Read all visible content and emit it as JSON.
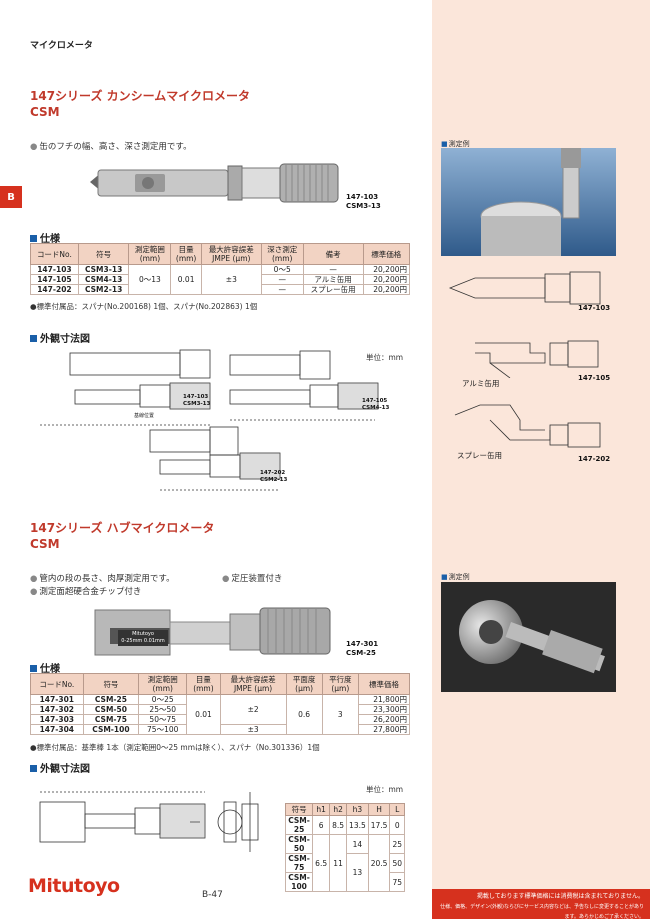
{
  "header": {
    "label": "マイクロメータ"
  },
  "side_tab": "B",
  "s1": {
    "title_line1": "147シリーズ カンシームマイクロメータ",
    "title_line2": "CSM",
    "bullet": "缶のフチの幅、高さ、深さ測定用です。",
    "product_label_1": "147-103",
    "product_label_2": "CSM3-13",
    "spec_head": "仕様",
    "table": {
      "headers": [
        "コードNo.",
        "符号",
        "測定範囲\n(mm)",
        "目量\n(mm)",
        "最大許容誤差\nJMPE (μm)",
        "深さ測定\n(mm)",
        "備考",
        "標準価格"
      ],
      "rows": [
        [
          "147-103",
          "CSM3-13",
          "0〜5",
          "—",
          "20,200円"
        ],
        [
          "147-105",
          "CSM4-13",
          "—",
          "アルミ缶用",
          "20,200円"
        ],
        [
          "147-202",
          "CSM2-13",
          "—",
          "スプレー缶用",
          "20,200円"
        ]
      ],
      "range": "0〜13",
      "grad": "0.01",
      "mpe": "±3"
    },
    "note": "●標準付属品：スパナ(No.200168) 1個、スパナ(No.202863) 1個",
    "dim_head": "外観寸法図",
    "unit": "単位：mm",
    "dim_labels": [
      "147-103\nCSM3-13",
      "147-105\nCSM4-13",
      "147-202\nCSM2-13"
    ],
    "ref_plane": "基線位置"
  },
  "right": {
    "example_label": "測定例",
    "r1": "147-103",
    "r2_caption": "アルミ缶用",
    "r2": "147-105",
    "r3_caption": "スプレー缶用",
    "r3": "147-202",
    "example_label_2": "測定例"
  },
  "s2": {
    "title_line1": "147シリーズ ハブマイクロメータ",
    "title_line2": "CSM",
    "bullet1": "管内の段の長さ、肉厚測定用です。",
    "bullet2": "定圧装置付き",
    "bullet3": "測定面超硬合金チップ付き",
    "product_label_1": "147-301",
    "product_label_2": "CSM-25",
    "brand_on_frame": "Mitutoyo",
    "frame_range": "0-25mm   0.01mm",
    "spec_head": "仕様",
    "table": {
      "headers": [
        "コードNo.",
        "符号",
        "測定範囲\n(mm)",
        "目量\n(mm)",
        "最大許容誤差\nJMPE (μm)",
        "平面度\n(μm)",
        "平行度\n(μm)",
        "標準価格"
      ],
      "rows": [
        [
          "147-301",
          "CSM-25",
          "0〜25",
          "21,800円"
        ],
        [
          "147-302",
          "CSM-50",
          "25〜50",
          "23,300円"
        ],
        [
          "147-303",
          "CSM-75",
          "50〜75",
          "26,200円"
        ],
        [
          "147-304",
          "CSM-100",
          "75〜100",
          "27,800円"
        ]
      ],
      "grad": "0.01",
      "mpe1": "±2",
      "mpe2": "±3",
      "flat": "0.6",
      "par": "3"
    },
    "note": "●標準付属品：基準棒 1本（測定範囲0〜25 mmは除く）、スパナ（No.301336）1個",
    "dim_head": "外観寸法図",
    "unit": "単位：mm",
    "dim_table": {
      "headers": [
        "符号",
        "h1",
        "h2",
        "h3",
        "H",
        "L"
      ],
      "rows": [
        [
          "CSM-25",
          "6",
          "8.5",
          "13.5",
          "17.5",
          "0"
        ],
        [
          "CSM-50",
          "",
          "",
          "14",
          "",
          "25"
        ],
        [
          "CSM-75",
          "6.5",
          "11",
          "",
          "20.5",
          "50"
        ],
        [
          "CSM-100",
          "",
          "",
          "13",
          "",
          "75"
        ]
      ]
    }
  },
  "footer": {
    "logo": "Mitutoyo",
    "page": "B-47",
    "note1": "掲載しております標準価格には消費税は含まれておりません。",
    "note2": "仕様、価格、デザイン(外観)ならびにサービス内容などは、予告なしに変更することがあります。あらかじめご了承ください。"
  },
  "colors": {
    "accent": "#c0392b",
    "tab": "#d6311e",
    "blue": "#1a5fa8",
    "panel": "#fbe6da",
    "table_head": "#f2d3c3"
  }
}
